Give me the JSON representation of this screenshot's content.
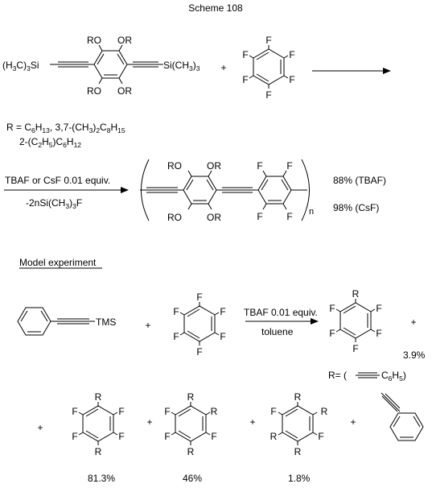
{
  "title": "Scheme 108",
  "monomer1": {
    "substituents": [
      "RO",
      "OR",
      "RO",
      "OR"
    ],
    "end_groups": {
      "left": {
        "pre": "(H",
        "sub1": "3",
        "mid": "C)",
        "sub2": "3",
        "post": "Si"
      },
      "right": {
        "pre": "Si(CH",
        "sub": "3",
        "post": ")",
        "sub2": "3"
      }
    }
  },
  "plus_sign": "+",
  "perfluorobenzene_atoms": [
    "F",
    "F",
    "F",
    "F",
    "F",
    "F"
  ],
  "r_definition": {
    "line1": {
      "a": "R = C",
      "a_sub": "6",
      "b": "H",
      "b_sub": "13",
      "c": ", 3,7-(CH",
      "c_sub": "3",
      "d": ")",
      "d_sub": "2",
      "e": "C",
      "e_sub": "8",
      "f": "H",
      "f_sub": "15"
    },
    "line2": {
      "a": "2-(C",
      "a_sub": "2",
      "b": "H",
      "b_sub": "5",
      "c": ")C",
      "c_sub": "6",
      "d": "H",
      "d_sub": "12"
    }
  },
  "polymer_conditions": {
    "above": "TBAF or CsF 0.01 equiv.",
    "below": {
      "a": "-2nSi(CH",
      "a_sub": "3",
      "b": ")",
      "b_sub": "3",
      "c": "F"
    }
  },
  "polymer": {
    "substituents": [
      "RO",
      "OR",
      "RO",
      "OR"
    ],
    "fluorines": [
      "F",
      "F",
      "F",
      "F"
    ],
    "subscript": "n"
  },
  "polymer_yields": [
    "88%  (TBAF)",
    "98%  (CsF)"
  ],
  "model_heading": "Model experiment",
  "model_reactant_group": "TMS",
  "model_conditions": {
    "above": "TBAF  0.01 equiv.",
    "below": "toluene"
  },
  "product1": {
    "atoms": [
      "R",
      "F",
      "F",
      "F",
      "F",
      "F"
    ],
    "yield": "3.9%"
  },
  "r_model": {
    "a": "R= (",
    "b": "C",
    "b_sub": "6",
    "c": "H",
    "c_sub": "5",
    "d": ")"
  },
  "product2": {
    "atoms": [
      "R",
      "F",
      "F",
      "F",
      "F",
      "R"
    ],
    "yield": "81.3%"
  },
  "product3": {
    "atoms": [
      "R",
      "F",
      "R",
      "F",
      "F",
      "R"
    ],
    "yield": "46%"
  },
  "product4": {
    "atoms": [
      "R",
      "F",
      "R",
      "F",
      "R",
      "R"
    ],
    "yield": "1.8%"
  }
}
